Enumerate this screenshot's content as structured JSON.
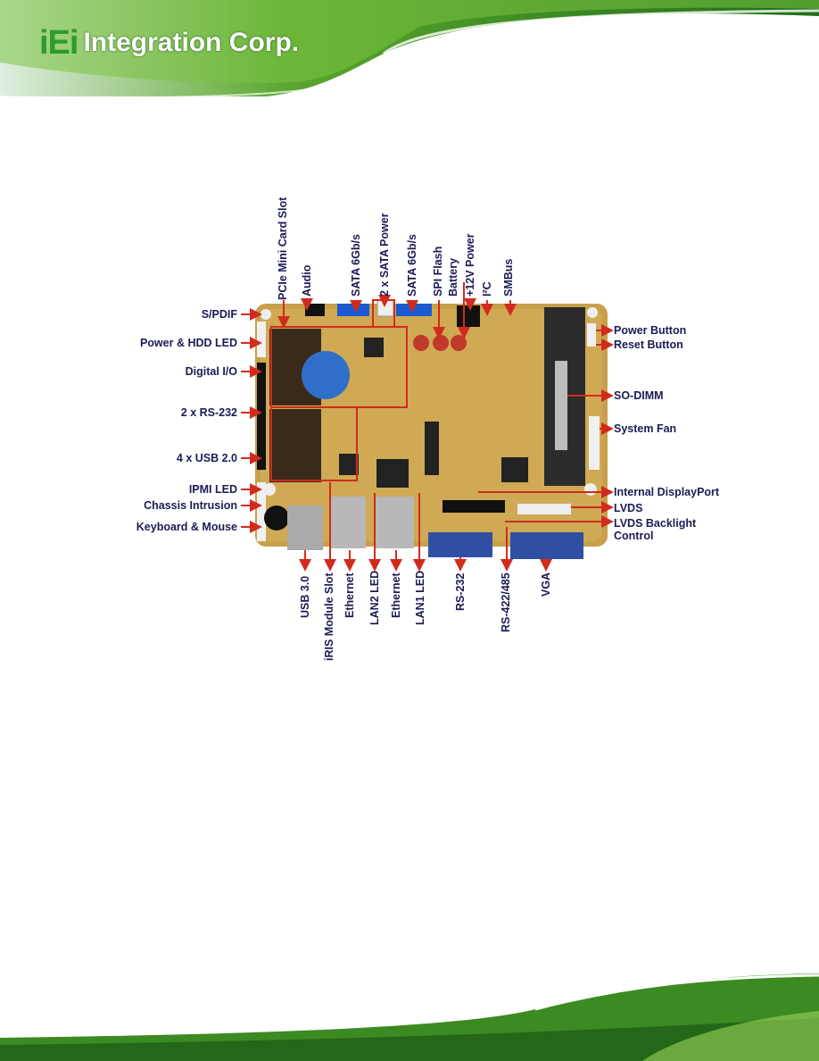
{
  "header": {
    "brand": "iEi",
    "company": "Integration Corp."
  },
  "colors": {
    "banner_dark": "#2e7d1a",
    "banner_light": "#8cc63f",
    "label": "#1b1b55",
    "arrow": "#d12b1f",
    "board": "#c8a04a"
  },
  "labels_top": {
    "pcie": "PCIe Mini Card Slot",
    "audio": "Audio",
    "sata1": "SATA 6Gb/s",
    "sata_power": "2 x SATA Power",
    "sata2": "SATA 6Gb/s",
    "spi": "SPI Flash",
    "battery": "Battery",
    "power12": "+12V Power",
    "i2c": "I²C",
    "smbus": "SMBus"
  },
  "labels_left": {
    "spdif": "S/PDIF",
    "power_hdd": "Power & HDD LED",
    "digital_io": "Digital I/O",
    "rs232x2": "2 x RS-232",
    "usb20": "4 x USB 2.0",
    "ipmi": "IPMI LED",
    "chassis": "Chassis Intrusion",
    "keyboard": "Keyboard & Mouse"
  },
  "labels_right": {
    "power_btn": "Power Button",
    "reset_btn": "Reset Button",
    "sodimm": "SO-DIMM",
    "fan": "System Fan",
    "dp": "Internal DisplayPort",
    "lvds": "LVDS",
    "lvds_bl_1": "LVDS Backlight",
    "lvds_bl_2": "Control"
  },
  "labels_bottom": {
    "usb30": "USB 3.0",
    "iris": "iRIS Module Slot",
    "eth1": "Ethernet",
    "lan2": "LAN2 LED",
    "eth2": "Ethernet",
    "lan1": "LAN1 LED",
    "rs232": "RS-232",
    "rs422": "RS-422/485",
    "vga": "VGA"
  }
}
